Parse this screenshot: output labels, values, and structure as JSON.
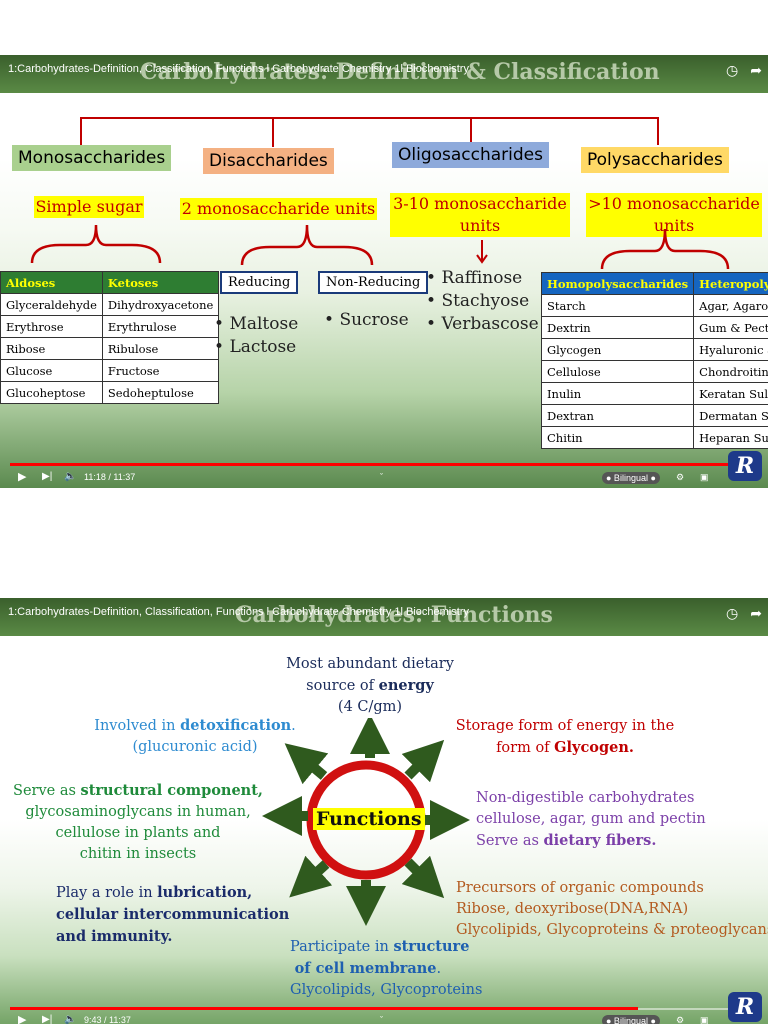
{
  "panel1": {
    "video_title": "1:Carbohydrates-Definition, Classification, Functions l Carbohydrate Chemistry 1l Biochemistry",
    "slide_title": "Carbohydrates: Definition & Classification",
    "categories": [
      {
        "name": "Monosaccharides",
        "desc": "Simple sugar",
        "color": "#a9d08e"
      },
      {
        "name": "Disaccharides",
        "desc": "2 monosaccharide units",
        "color": "#f4b183"
      },
      {
        "name": "Oligosaccharides",
        "desc": "3-10 monosaccharide units",
        "color": "#8eaadb"
      },
      {
        "name": "Polysaccharides",
        "desc": ">10 monosaccharide units",
        "color": "#ffd966"
      }
    ],
    "mono_table": {
      "headers": [
        "Aldoses",
        "Ketoses"
      ],
      "rows": [
        [
          "Glyceraldehyde",
          "Dihydroxyacetone"
        ],
        [
          "Erythrose",
          "Erythrulose"
        ],
        [
          "Ribose",
          "Ribulose"
        ],
        [
          "Glucose",
          "Fructose"
        ],
        [
          "Glucoheptose",
          "Sedoheptulose"
        ]
      ]
    },
    "di": {
      "reducing_label": "Reducing",
      "nonreducing_label": "Non-Reducing",
      "reducing": [
        "Maltose",
        "Lactose"
      ],
      "nonreducing": [
        "Sucrose"
      ]
    },
    "oligo": [
      "Raffinose",
      "Stachyose",
      "Verbascose"
    ],
    "poly_table": {
      "headers": [
        "Homopolysaccharides",
        "Heteropolysaccharides"
      ],
      "rows": [
        [
          "Starch",
          "Agar, Agarose"
        ],
        [
          "Dextrin",
          "Gum & Pectin"
        ],
        [
          "Glycogen",
          "Hyaluronic acid"
        ],
        [
          "Cellulose",
          "Chondroitin sulfate"
        ],
        [
          "Inulin",
          "Keratan Sulfate"
        ],
        [
          "Dextran",
          "Dermatan Sulfate"
        ],
        [
          "Chitin",
          "Heparan Sulfate"
        ]
      ]
    },
    "time": "11:18 / 11:37",
    "progress": 0.97
  },
  "panel2": {
    "video_title": "1:Carbohydrates-Definition, Classification, Functions l Carbohydrate Chemistry 1l Biochemistry",
    "slide_title": "Carbohydrates: Functions",
    "center_label": "Functions",
    "energy": {
      "pre": "Most abundant dietary",
      "line2": "source of ",
      "bold": "energy",
      "line3": "(4 C/gm)"
    },
    "detox": {
      "pre": "Involved in  ",
      "bold": "detoxification",
      "post": ".",
      "line2": "(glucuronic acid)"
    },
    "storage": {
      "line1": "Storage form of energy in the",
      "pre": "form of ",
      "bold": "Glycogen."
    },
    "structural": {
      "pre": "Serve as ",
      "bold": "structural component,",
      "line2": "glycosaminoglycans in human,",
      "line3": "cellulose in plants and",
      "line4": "chitin in insects"
    },
    "fiber": {
      "line1": "Non-digestible carbohydrates",
      "line2": "cellulose, agar, gum and pectin",
      "pre": "Serve as ",
      "bold": "dietary fibers."
    },
    "lubrication": {
      "pre": "Play a role in ",
      "bold": "lubrication,",
      "line2": "cellular intercommunication",
      "line3": "and immunity."
    },
    "precursors": {
      "line1": "Precursors of organic compounds",
      "line2": "Ribose, deoxyribose(DNA,RNA)",
      "line3": "Glycolipids, Glycoproteins & proteoglycans"
    },
    "membrane": {
      "pre": "Participate in ",
      "bold": "structure",
      "line2": "of cell membrane",
      "post": ".",
      "line3": "Glycolipids, Glycoproteins"
    },
    "time": "9:43 / 11:37",
    "progress": 0.84
  },
  "colors": {
    "green_header": "#2e7d32",
    "red": "#c00000",
    "blue": "#1565c0"
  }
}
